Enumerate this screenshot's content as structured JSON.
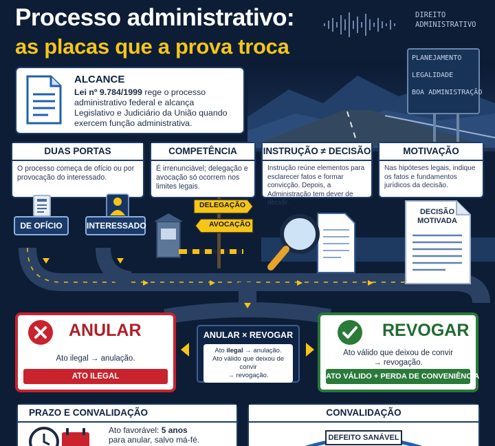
{
  "header": {
    "title_line1": "Processo administrativo:",
    "title_line2": "as placas que a prova troca",
    "tag_line1": "DIREITO",
    "tag_line2": "ADMINISTRATIVO"
  },
  "road_sign": {
    "items": [
      "PLANEJAMENTO",
      "LEGALIDADE",
      "BOA ADMINISTRAÇÃO"
    ]
  },
  "alcance": {
    "heading": "ALCANCE",
    "law": "Lei nº 9.784/1999",
    "text": " rege o processo administrativo federal e alcança Legislativo e Judiciário da União quando exercem função administrativa."
  },
  "panels": {
    "duas_portas": {
      "heading": "DUAS PORTAS",
      "text": "O processo começa de ofício ou por provocação do interessado.",
      "option_1": "DE OFÍCIO",
      "option_2": "INTERESSADO"
    },
    "competencia": {
      "heading": "COMPETÊNCIA",
      "text": "É irrenunciável; delegação e avocação só ocorrem nos limites legais.",
      "sign_1": "DELEGAÇÃO",
      "sign_2": "AVOCAÇÃO"
    },
    "instrucao": {
      "heading": "INSTRUÇÃO ≠ DECISÃO",
      "text": "Instrução reúne elementos para esclarecer fatos e formar convicção. Depois, a Administração tem dever de decidir."
    },
    "motivacao": {
      "heading": "MOTIVAÇÃO",
      "text": "Nas hipóteses legais, indique os fatos e fundamentos jurídicos da decisão.",
      "document_title_1": "DECISÃO",
      "document_title_2": "MOTIVADA"
    }
  },
  "anular": {
    "heading": "ANULAR",
    "text": "Ato ilegal → anulação.",
    "bar": "ATO ILEGAL"
  },
  "revogar": {
    "heading": "REVOGAR",
    "text_1": "Ato válido que deixou de convir",
    "text_2": "→ revogação.",
    "bar": "ATO VÁLIDO + PERDA DE CONVENIÊNCIA"
  },
  "comparison": {
    "heading": "ANULAR × REVOGAR",
    "line_1_pre": "Ato ",
    "line_1_bold": "ilegal",
    "line_1_post": " → anulação.",
    "line_2": "Ato válido que deixou de convir",
    "line_3": "→ revogação."
  },
  "prazo": {
    "heading": "PRAZO E CONVALIDAÇÃO",
    "line_1_pre": "Ato favorável: ",
    "line_1_bold": "5 anos",
    "line_2": "para anular, salvo má-fé."
  },
  "convalidacao": {
    "heading": "CONVALIDAÇÃO",
    "badge": "DEFEITO SANÁVEL"
  },
  "colors": {
    "background": "#0d1d36",
    "accent_yellow": "#f5c518",
    "anular_red": "#c9232d",
    "revogar_green": "#2a7a3a",
    "panel_border": "#1d3a66"
  }
}
